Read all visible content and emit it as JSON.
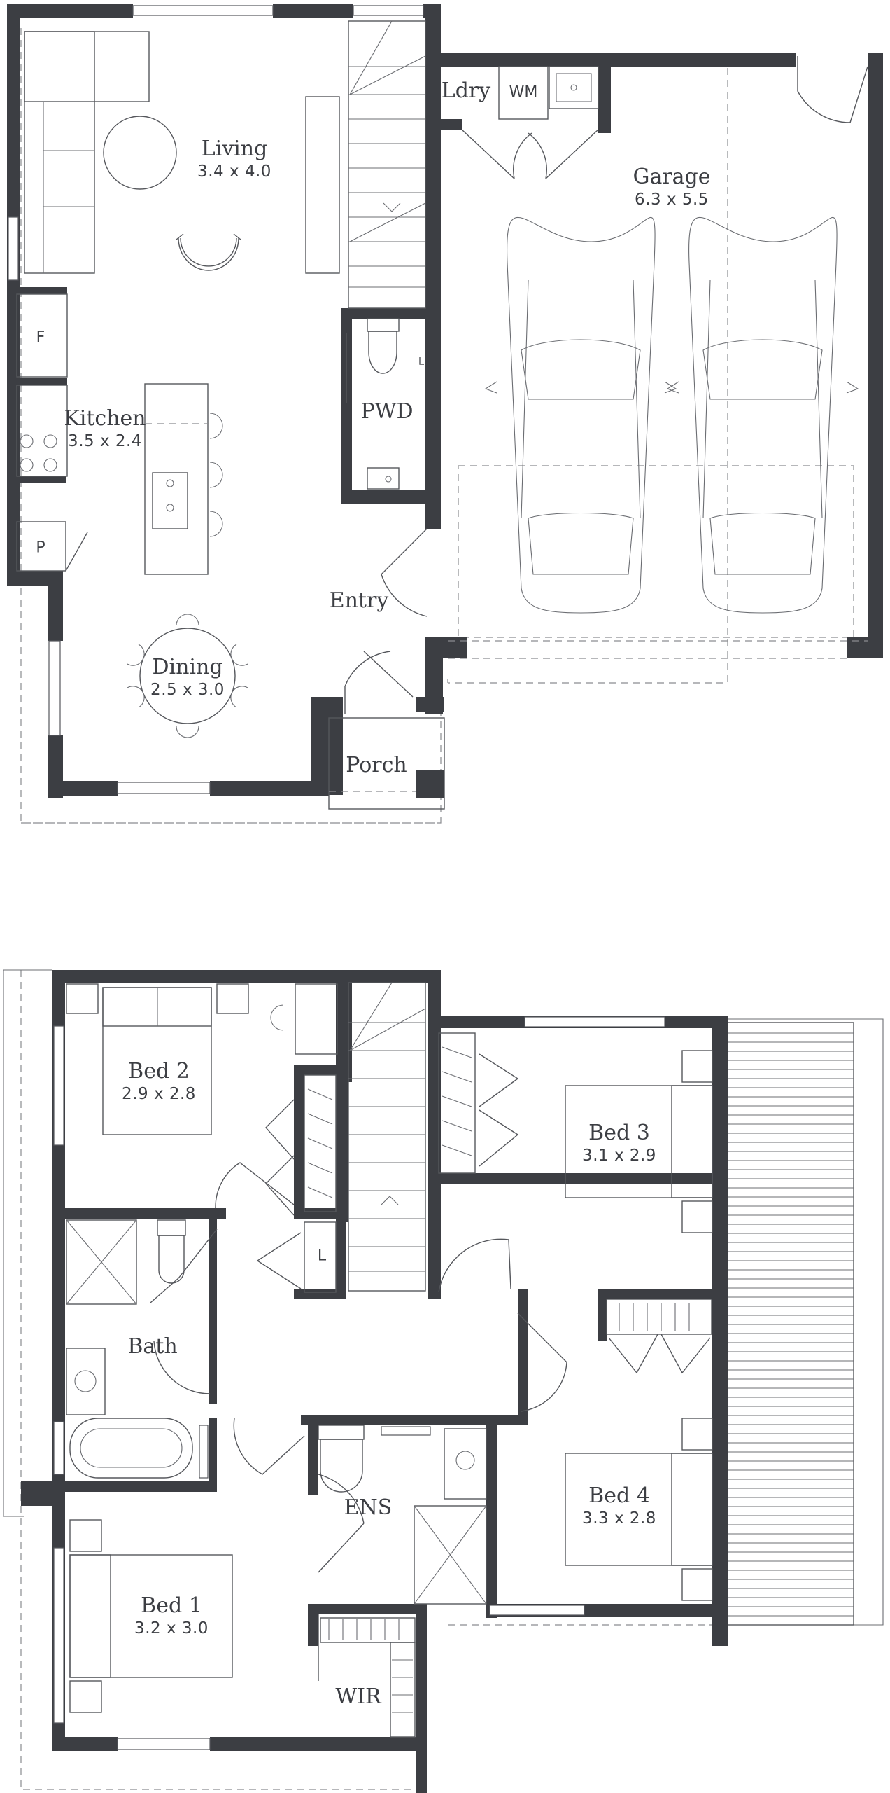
{
  "ground_floor": {
    "rooms": {
      "living": {
        "name": "Living",
        "dims": "3.4 x 4.0"
      },
      "kitchen": {
        "name": "Kitchen",
        "dims": "3.5 x 2.4"
      },
      "dining": {
        "name": "Dining",
        "dims": "2.5 x 3.0"
      },
      "garage": {
        "name": "Garage",
        "dims": "6.3 x 5.5"
      },
      "laundry": {
        "name": "Ldry"
      },
      "powder": {
        "name": "PWD"
      },
      "entry": {
        "name": "Entry"
      },
      "porch": {
        "name": "Porch"
      }
    },
    "fixtures": {
      "washing_machine": "WM",
      "fridge": "F",
      "pantry": "P"
    }
  },
  "first_floor": {
    "rooms": {
      "bed2": {
        "name": "Bed 2",
        "dims": "2.9 x 2.8"
      },
      "bed3": {
        "name": "Bed 3",
        "dims": "3.1 x 2.9"
      },
      "bed4": {
        "name": "Bed 4",
        "dims": "3.3 x 2.8"
      },
      "bed1": {
        "name": "Bed 1",
        "dims": "3.2 x 3.0"
      },
      "bath": {
        "name": "Bath"
      },
      "ensuite": {
        "name": "ENS"
      },
      "wir": {
        "name": "WIR"
      }
    },
    "fixtures": {
      "linen": "L"
    }
  },
  "colors": {
    "wall": "#3c3e43",
    "line": "#55575c",
    "dashed": "#8a8c90",
    "background": "#ffffff"
  }
}
